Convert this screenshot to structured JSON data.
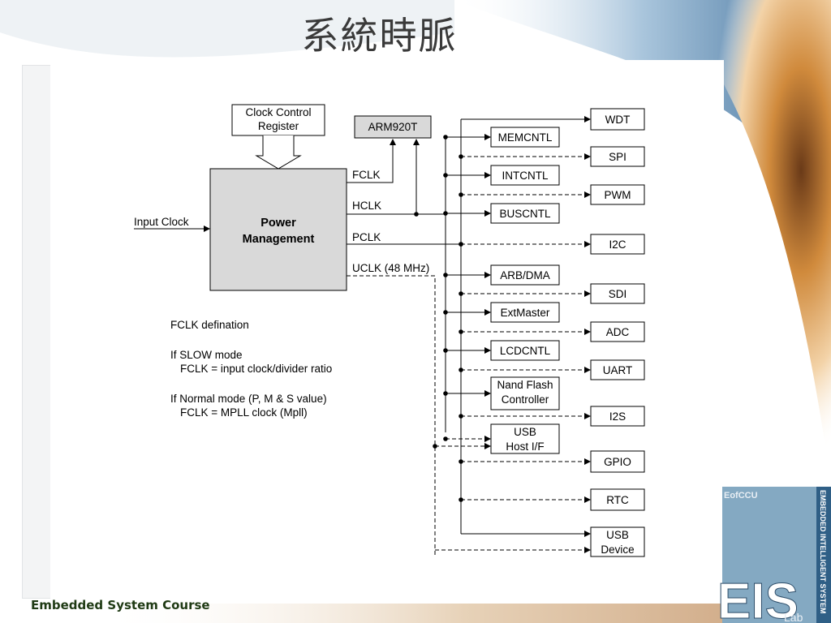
{
  "slide": {
    "title": "系統時脈",
    "footer": "Embedded System Course"
  },
  "diagram": {
    "clock_control": [
      "Clock Control",
      "Register"
    ],
    "arm_core": "ARM920T",
    "power_management": [
      "Power",
      "Management"
    ],
    "input_clock": "Input Clock",
    "clock_lines": {
      "fclk": "FCLK",
      "hclk": "HCLK",
      "pclk": "PCLK",
      "uclk": "UCLK (48 MHz)"
    },
    "ahb_blocks": [
      [
        "MEMCNTL"
      ],
      [
        "INTCNTL"
      ],
      [
        "BUSCNTL"
      ],
      [
        "ARB/DMA"
      ],
      [
        "ExtMaster"
      ],
      [
        "LCDCNTL"
      ],
      [
        "Nand Flash",
        "Controller"
      ],
      [
        "USB",
        "Host I/F"
      ]
    ],
    "apb_blocks": [
      [
        "WDT"
      ],
      [
        "SPI"
      ],
      [
        "PWM"
      ],
      [
        "I2C"
      ],
      [
        "SDI"
      ],
      [
        "ADC"
      ],
      [
        "UART"
      ],
      [
        "I2S"
      ],
      [
        "GPIO"
      ],
      [
        "RTC"
      ],
      [
        "USB",
        "Device"
      ]
    ],
    "notes": [
      "FCLK defination",
      "If SLOW mode",
      "FCLK = input clock/divider ratio",
      "If Normal mode (P, M & S value)",
      "FCLK = MPLL clock (Mpll)"
    ]
  },
  "logo": {
    "top_text": "EofCCU",
    "main_text": "EIS",
    "sub_text": "Lab",
    "side_text": "EMBEDDED INTELLIGENT SYSTEM"
  },
  "colors": {
    "swoosh_orange": "#d08a3c",
    "swoosh_blue": "#3f6f9a",
    "footer_green": "#1f3a14",
    "logo_blue": "#6f9ab8"
  }
}
